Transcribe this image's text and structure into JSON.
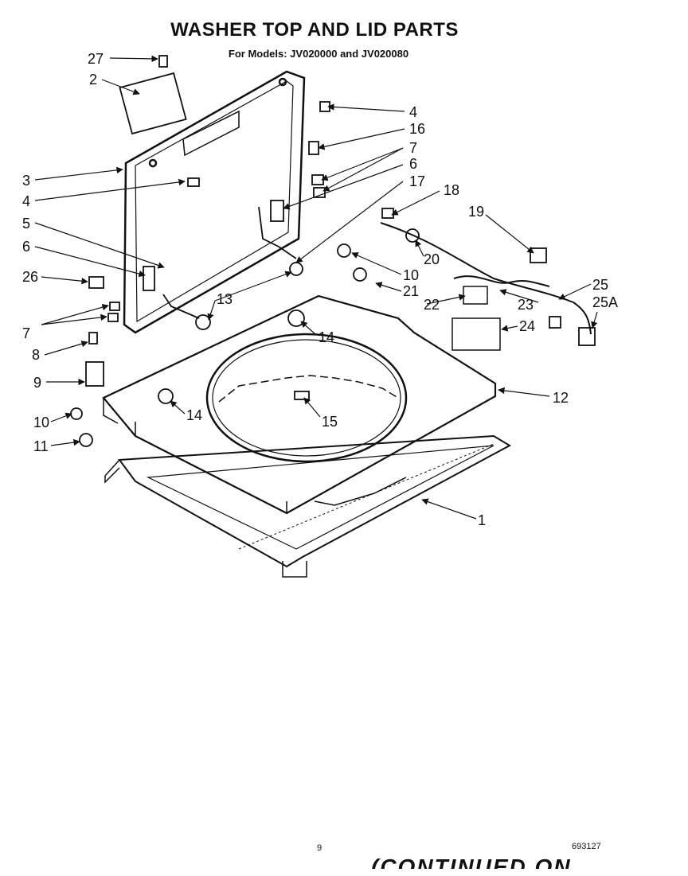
{
  "title": "WASHER TOP AND LID PARTS",
  "subtitle": "For Models: JV020000 and JV020080",
  "page_number": "9",
  "document_number": "693127",
  "footer_note": "(CONTINUED ON ...",
  "callouts": [
    {
      "id": "c27",
      "label": "27"
    },
    {
      "id": "c2",
      "label": "2"
    },
    {
      "id": "c4a",
      "label": "4"
    },
    {
      "id": "c16",
      "label": "16"
    },
    {
      "id": "c7a",
      "label": "7"
    },
    {
      "id": "c6a",
      "label": "6"
    },
    {
      "id": "c17",
      "label": "17"
    },
    {
      "id": "c18",
      "label": "18"
    },
    {
      "id": "c19",
      "label": "19"
    },
    {
      "id": "c3",
      "label": "3"
    },
    {
      "id": "c4b",
      "label": "4"
    },
    {
      "id": "c5",
      "label": "5"
    },
    {
      "id": "c6b",
      "label": "6"
    },
    {
      "id": "c26",
      "label": "26"
    },
    {
      "id": "c7b",
      "label": "7"
    },
    {
      "id": "c8",
      "label": "8"
    },
    {
      "id": "c9",
      "label": "9"
    },
    {
      "id": "c10a",
      "label": "10"
    },
    {
      "id": "c11",
      "label": "11"
    },
    {
      "id": "c20",
      "label": "20"
    },
    {
      "id": "c10b",
      "label": "10"
    },
    {
      "id": "c21",
      "label": "21"
    },
    {
      "id": "c22",
      "label": "22"
    },
    {
      "id": "c23",
      "label": "23"
    },
    {
      "id": "c25",
      "label": "25"
    },
    {
      "id": "c25a",
      "label": "25A"
    },
    {
      "id": "c24",
      "label": "24"
    },
    {
      "id": "c13",
      "label": "13"
    },
    {
      "id": "c14a",
      "label": "14"
    },
    {
      "id": "c14b",
      "label": "14"
    },
    {
      "id": "c15",
      "label": "15"
    },
    {
      "id": "c12",
      "label": "12"
    },
    {
      "id": "c1",
      "label": "1"
    }
  ]
}
